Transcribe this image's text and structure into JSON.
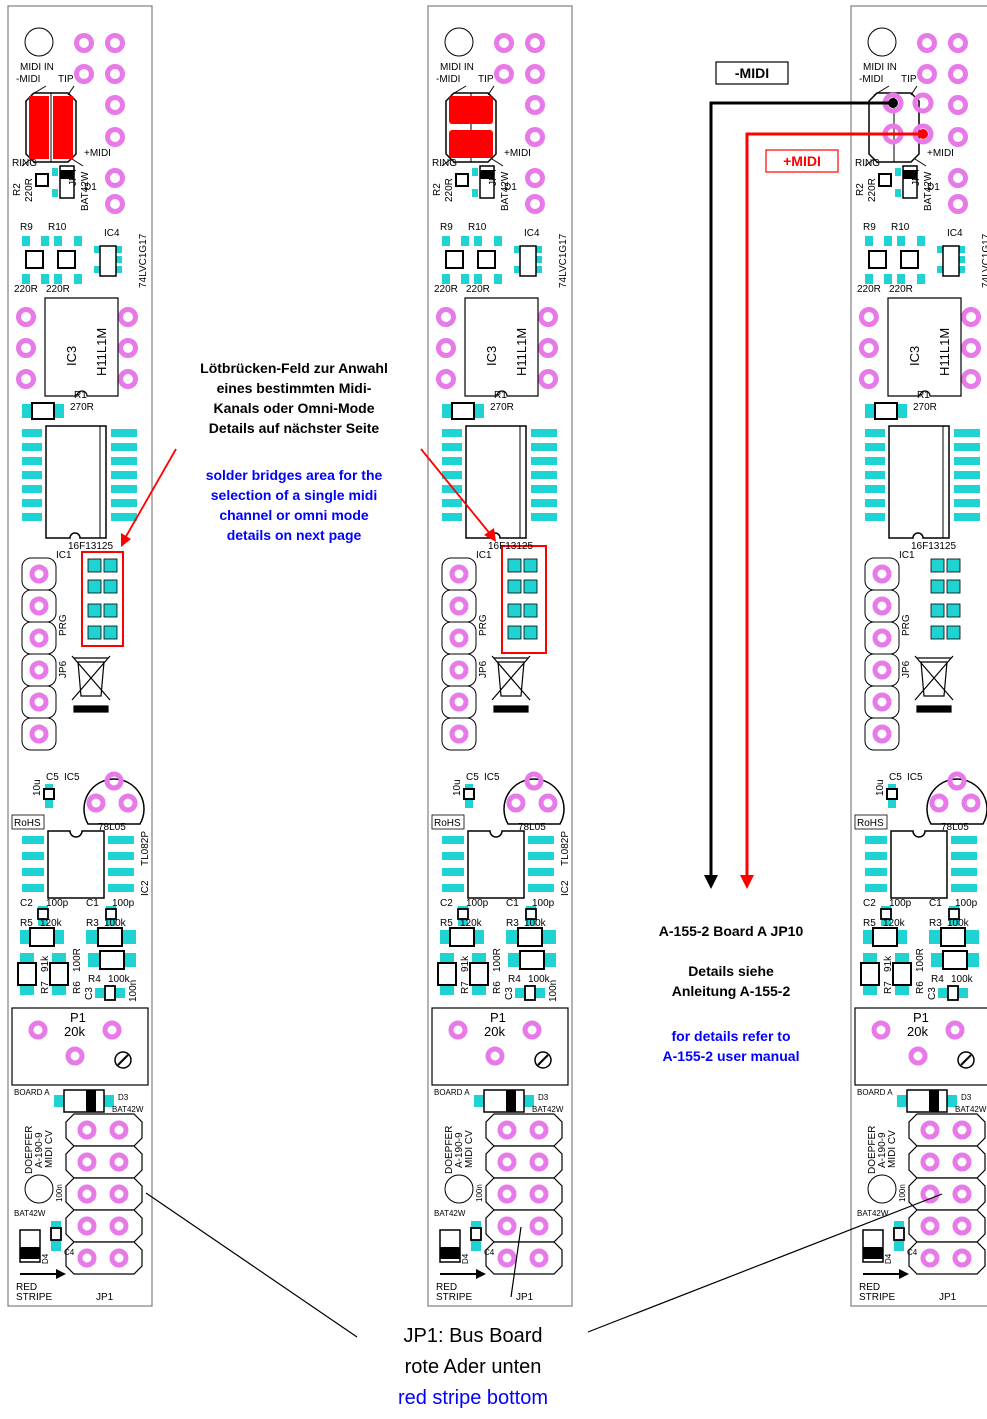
{
  "colors": {
    "pad_magenta": "#e879e8",
    "pad_cyan": "#1fd3d3",
    "annotation_red": "#ff0000",
    "annotation_blue": "#0000ff",
    "wire_black": "#000000"
  },
  "board": {
    "midi_in": "MIDI IN",
    "minus_midi": "-MIDI",
    "tip": "TIP",
    "ring": "RING",
    "plus_midi": "+MIDI",
    "r2": "R2",
    "r2_val": "220R",
    "jp4": "JP4",
    "bat42w": "BAT42W",
    "d1": "D1",
    "r9": "R9",
    "r10": "R10",
    "ic4": "IC4",
    "ic4_type": "74LVC1G17",
    "r220a": "220R",
    "r220b": "220R",
    "ic3": "IC3",
    "h11l1m": "H11L1M",
    "r1": "R1",
    "r1_val": "270R",
    "pic": "16F13125",
    "ic1": "IC1",
    "prg": "PRG",
    "jp6": "JP6",
    "c5": "C5",
    "c5_val": "10u",
    "ic5": "IC5",
    "reg": "78L05",
    "rohs": "RoHS",
    "tl082": "TL082P",
    "ic2": "IC2",
    "c2": "C2",
    "c2_val": "100p",
    "c1": "C1",
    "c1_val": "100p",
    "r5": "R5",
    "r5_val": "120k",
    "r3": "R3",
    "r3_val": "100k",
    "r7": "R7",
    "r7_val": "91k",
    "r6": "R6",
    "r6_val": "100R",
    "r4": "R4",
    "r4_val": "100k",
    "c3": "C3",
    "c3_val": "100n",
    "p1": "P1",
    "p1_val": "20k",
    "board_a": "BOARD A",
    "d3": "D3",
    "d3_type": "BAT42W",
    "doepfer": "DOEPFER",
    "model": "A-190-9",
    "midicv": "MIDI CV",
    "cap100n": "100n",
    "bat42w_b": "BAT42W",
    "d4": "D4",
    "c4": "C4",
    "red": "RED",
    "stripe": "STRIPE",
    "jp1": "JP1"
  },
  "annotations": {
    "solder_de": [
      "Lötbrücken-Feld zur Anwahl",
      "eines bestimmten Midi-",
      "Kanals oder Omni-Mode",
      "Details auf nächster Seite"
    ],
    "solder_en": [
      "solder bridges area for the",
      "selection of a single midi",
      "channel or omni mode",
      "details on next page"
    ],
    "minus_midi_label": "-MIDI",
    "plus_midi_label": "+MIDI",
    "target_title": "A-155-2 Board A JP10",
    "target_de": [
      "Details siehe",
      "Anleitung A-155-2"
    ],
    "target_en": [
      "for details refer to",
      "A-155-2 user manual"
    ],
    "jp1_de": [
      "JP1: Bus Board",
      "rote Ader unten"
    ],
    "jp1_en": "red stripe bottom"
  }
}
